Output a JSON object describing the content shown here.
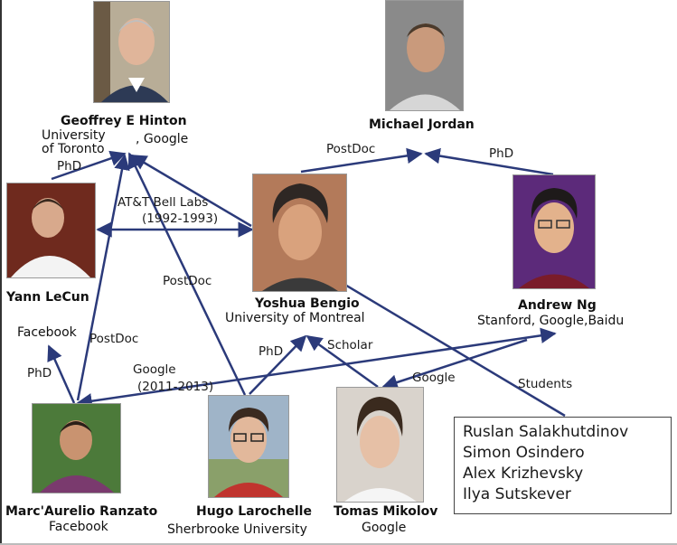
{
  "nodes": {
    "hinton": {
      "name": "Geoffrey E  Hinton",
      "affil_1": "University",
      "affil_2": "of Toronto",
      "affil_3": ",  Google"
    },
    "jordan": {
      "name": "Michael Jordan"
    },
    "lecun": {
      "name": "Yann LeCun",
      "affil": "Facebook"
    },
    "bengio": {
      "name": "Yoshua Bengio",
      "affil": "University of Montreal"
    },
    "ng": {
      "name": "Andrew Ng",
      "affil": "Stanford, Google,Baidu"
    },
    "ranzato": {
      "name": "Marc'Aurelio Ranzato",
      "affil": "Facebook"
    },
    "larochelle": {
      "name": "Hugo Larochelle",
      "affil": "Sherbrooke University"
    },
    "mikolov": {
      "name": "Tomas Mikolov",
      "affil": "Google"
    }
  },
  "edges": {
    "lecun_hinton": "PhD",
    "bengio_jordan": "PostDoc",
    "ng_jordan": "PhD",
    "bell_labs_1": "AT&T Bell Labs",
    "bell_labs_2": "(1992-1993)",
    "larochelle_hinton": "PostDoc",
    "ranzato_lecun": "PhD",
    "ranzato_hinton": "PostDoc",
    "larochelle_bengio": "PhD",
    "mikolov_bengio": "Scholar",
    "google_1": "Google",
    "google_2": "(2011-2013)",
    "mikolov_ng": "Google",
    "students_bengio": "Students"
  },
  "students": [
    "Ruslan Salakhutdinov",
    "Simon Osindero",
    "Alex Krizhevsky",
    "Ilya Sutskever"
  ],
  "colors": {
    "edge": "#2b3a7a",
    "frame": "#333333"
  }
}
